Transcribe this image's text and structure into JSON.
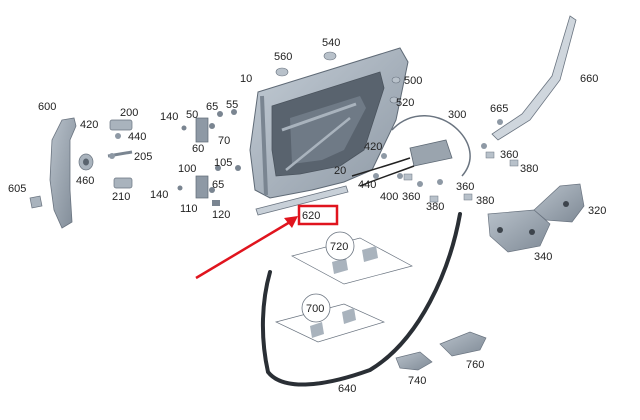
{
  "diagram": {
    "highlight_color": "#e0141e",
    "part_fill": "#a9b3bd",
    "part_stroke": "#6a7480",
    "labels": {
      "p10": "10",
      "p20": "20",
      "p50": "50",
      "p55": "55",
      "p60": "60",
      "p65a": "65",
      "p65b": "65",
      "p70": "70",
      "p100": "100",
      "p105": "105",
      "p110": "110",
      "p120": "120",
      "p140a": "140",
      "p140b": "140",
      "p200": "200",
      "p205": "205",
      "p210": "210",
      "p300": "300",
      "p320": "320",
      "p340": "340",
      "p360a": "360",
      "p360b": "360",
      "p360c": "360",
      "p380a": "380",
      "p380b": "380",
      "p380c": "380",
      "p400": "400",
      "p420a": "420",
      "p420b": "420",
      "p440a": "440",
      "p440b": "440",
      "p460": "460",
      "p500": "500",
      "p520": "520",
      "p540": "540",
      "p560": "560",
      "p600": "600",
      "p605": "605",
      "p620": "620",
      "p640": "640",
      "p660": "660",
      "p665": "665",
      "p700": "700",
      "p720": "720",
      "p740": "740",
      "p760": "760"
    }
  }
}
